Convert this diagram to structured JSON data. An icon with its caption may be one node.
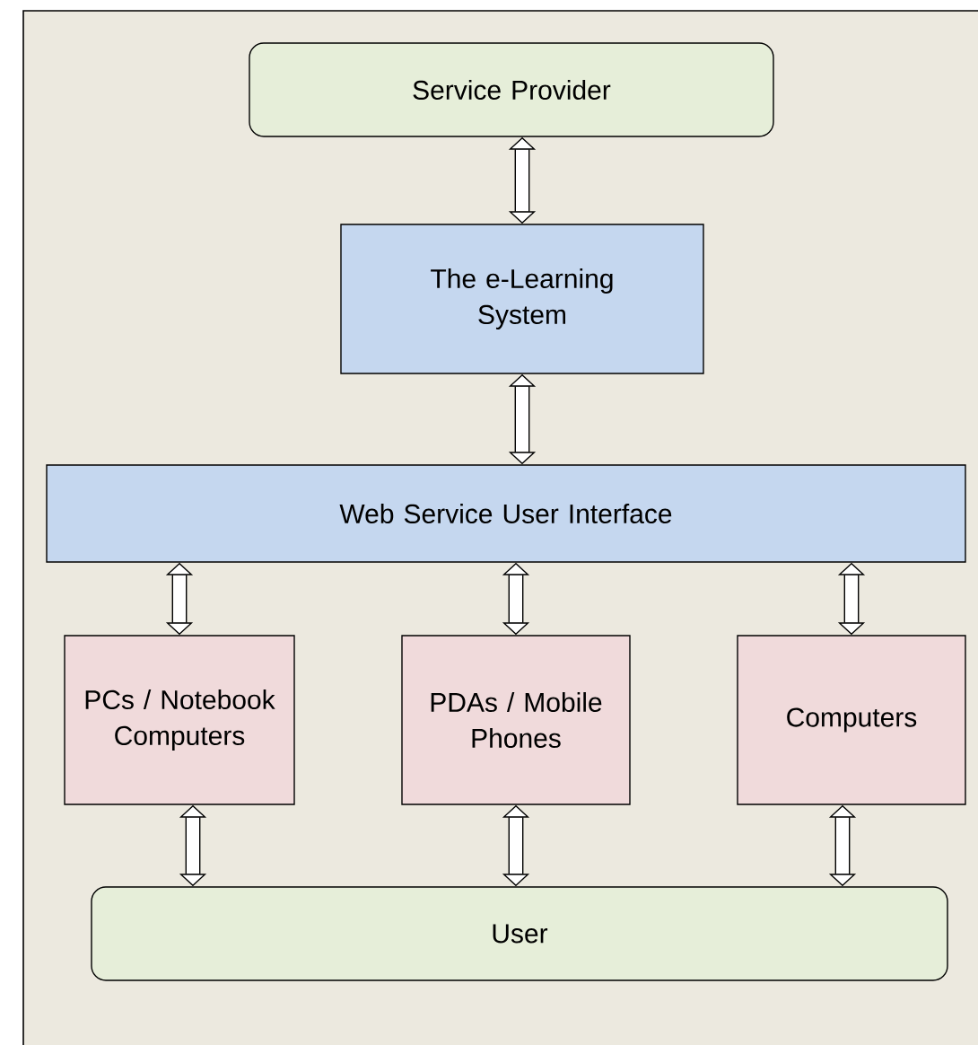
{
  "diagram": {
    "nodes": [
      {
        "text": [
          "Service Provider"
        ]
      },
      {
        "text": [
          "The e-Learning System"
        ]
      },
      {
        "text": [
          "Web Service User Interface"
        ]
      },
      {
        "text": [
          "PCs / Notebook Computers"
        ]
      },
      {
        "text": [
          "PDAs / Mobile Phones"
        ]
      },
      {
        "text": [
          "Computers"
        ]
      },
      {
        "text": [
          "User"
        ]
      }
    ],
    "edges": [
      {
        "from": 0,
        "to": 1,
        "arrow": "both"
      },
      {
        "from": 1,
        "to": 2,
        "arrow": "both"
      },
      {
        "from": 2,
        "to": 3,
        "arrow": "both"
      },
      {
        "from": 2,
        "to": 4,
        "arrow": "both"
      },
      {
        "from": 2,
        "to": 5,
        "arrow": "both"
      },
      {
        "from": 3,
        "to": 6,
        "arrow": "both"
      },
      {
        "from": 4,
        "to": 6,
        "arrow": "both"
      },
      {
        "from": 5,
        "to": 6,
        "arrow": "both"
      }
    ]
  }
}
